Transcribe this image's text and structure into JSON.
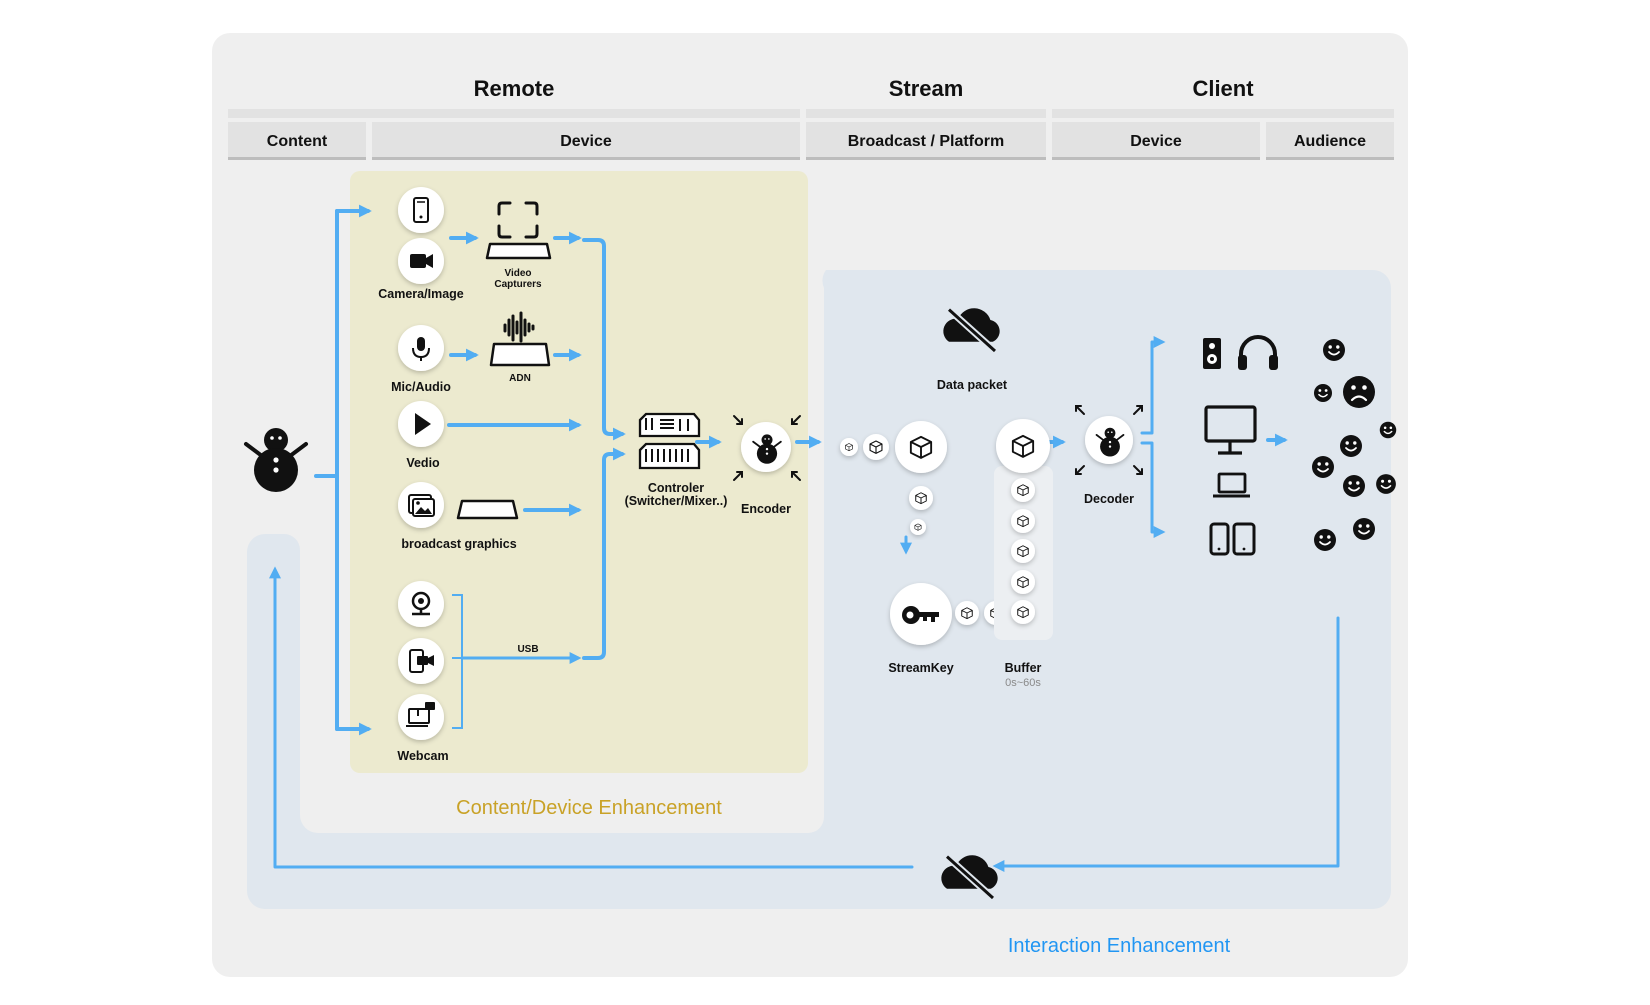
{
  "sections": {
    "remote": "Remote",
    "stream": "Stream",
    "client": "Client"
  },
  "columns": {
    "content": "Content",
    "remote_device": "Device",
    "broadcast": "Broadcast / Platform",
    "client_device": "Device",
    "audience": "Audience"
  },
  "nodes": {
    "camera_image": "Camera/Image",
    "video_capturers_1": "Video",
    "video_capturers_2": "Capturers",
    "mic_audio": "Mic/Audio",
    "adn": "ADN",
    "vedio": "Vedio",
    "broadcast_graphics": "broadcast graphics",
    "usb": "USB",
    "webcam": "Webcam",
    "controller_1": "Controler",
    "controller_2": "(Switcher/Mixer..)",
    "encoder": "Encoder",
    "data_packet": "Data packet",
    "streamkey": "StreamKey",
    "buffer": "Buffer",
    "buffer_range": "0s~60s",
    "decoder": "Decoder"
  },
  "regions": {
    "content_device_enhancement": "Content/Device Enhancement",
    "interaction_enhancement": "Interaction Enhancement"
  },
  "colors": {
    "flow": "#52adf2",
    "yellow_region": "#eceacf",
    "blue_region": "#e0e7ee",
    "outer": "#efefef",
    "yellow_text": "#c9a227",
    "blue_text": "#2196f3"
  },
  "icons": [
    "snowman-icon",
    "phone-icon",
    "camera-icon",
    "capture-frame-icon",
    "mic-icon",
    "waveform-icon",
    "play-icon",
    "image-icon",
    "webcam-icon",
    "phone-video-icon",
    "screen-share-icon",
    "mixer-icon",
    "cube-icon",
    "key-icon",
    "cloud-off-icon",
    "speaker-icon",
    "headphones-icon",
    "monitor-icon",
    "laptop-icon",
    "tablet-phone-icon",
    "smile-icon",
    "sad-icon"
  ]
}
